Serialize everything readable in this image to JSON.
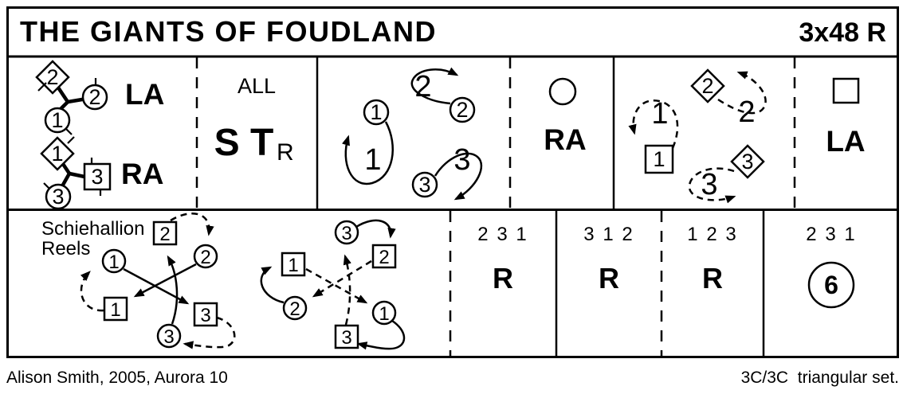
{
  "title": "THE GIANTS OF FOUDLAND",
  "meta": "3x48 R",
  "colors": {
    "ink": "#000000",
    "paper": "#ffffff"
  },
  "row1": {
    "hands_across": {
      "la_label": "LA",
      "ra_label": "RA",
      "top": {
        "man2": "2",
        "lady2": "2",
        "lady1": "1"
      },
      "bottom": {
        "man1": "1",
        "man3": "3",
        "lady3": "3"
      }
    },
    "set_turn": {
      "all": "ALL",
      "st": "S T",
      "sub": "R"
    },
    "lady_loops": {
      "lady1": "1",
      "loop1": "1",
      "lady2": "2",
      "loop2": "2",
      "lady3": "3",
      "loop3": "3"
    },
    "ladies_ra": {
      "label": "RA"
    },
    "men_loops": {
      "man1": "1",
      "loop1": "1",
      "man2": "2",
      "loop2": "2",
      "man3": "3",
      "loop3": "3"
    },
    "men_la": {
      "label": "LA"
    }
  },
  "row2": {
    "schiehallion": {
      "name_line1": "Schiehallion",
      "name_line2": "Reels",
      "a": {
        "lady1": "1",
        "lady2": "2",
        "lady3": "3",
        "man1": "1",
        "man2": "2",
        "man3": "3"
      },
      "b": {
        "lady1": "1",
        "lady2": "2",
        "lady3": "3",
        "man1": "1",
        "man2": "2",
        "man3": "3"
      }
    },
    "reel1": {
      "order": "2 3 1",
      "label": "R"
    },
    "reel2": {
      "order": "3 1 2",
      "label": "R"
    },
    "reel3": {
      "order": "1 2 3",
      "label": "R"
    },
    "circle_six": {
      "order": "2 3 1",
      "label": "6"
    }
  },
  "footer": {
    "credit": "Alison Smith, 2005, Aurora 10",
    "set": "3C/3C  triangular set."
  }
}
